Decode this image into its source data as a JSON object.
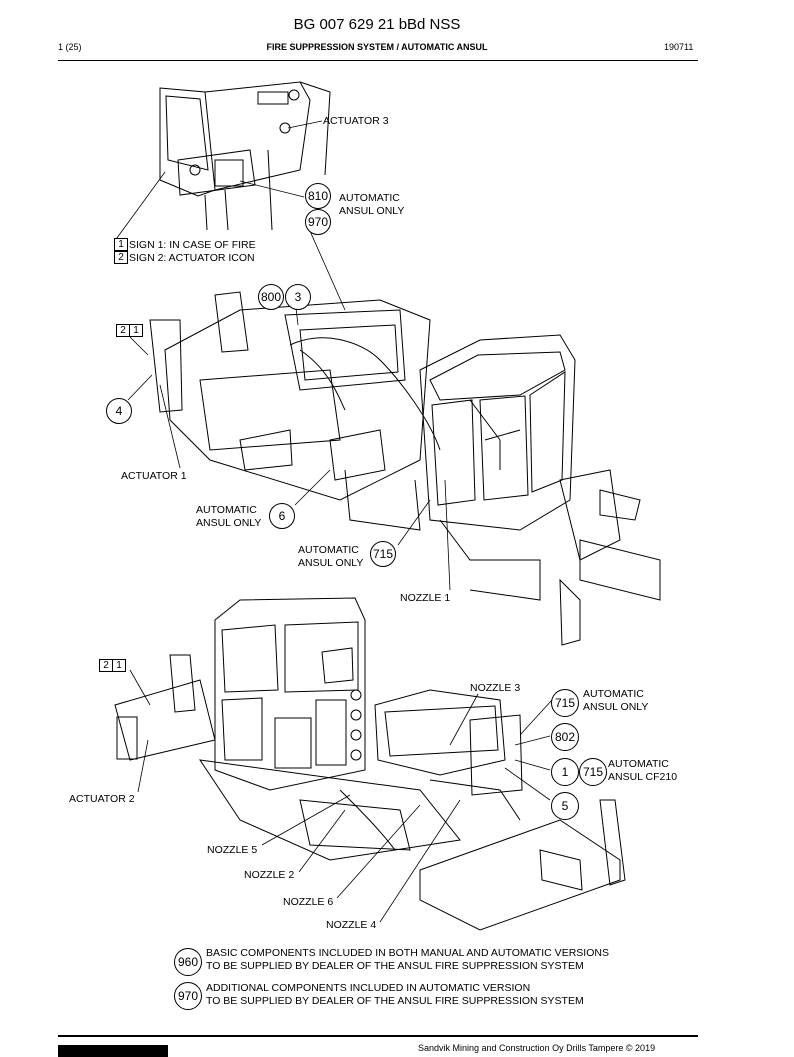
{
  "header": {
    "title": "BG 007 629 21 bBd NSS",
    "page": "1 (25)",
    "section": "FIRE SUPPRESSION SYSTEM / AUTOMATIC ANSUL",
    "date": "190711"
  },
  "callouts": {
    "actuator3": "ACTUATOR 3",
    "automatic_ansul_only_1": "AUTOMATIC\nANSUL ONLY",
    "sign1": "SIGN 1: IN CASE OF FIRE",
    "sign2": "SIGN 2: ACTUATOR ICON",
    "actuator1": "ACTUATOR 1",
    "automatic_ansul_only_2": "AUTOMATIC\nANSUL ONLY",
    "automatic_ansul_only_3": "AUTOMATIC\nANSUL ONLY",
    "nozzle1": "NOZZLE 1",
    "nozzle3": "NOZZLE 3",
    "automatic_ansul_only_4": "AUTOMATIC\nANSUL ONLY",
    "automatic_ansul_cf210": "AUTOMATIC\nANSUL CF210",
    "actuator2": "ACTUATOR 2",
    "nozzle5": "NOZZLE 5",
    "nozzle2": "NOZZLE 2",
    "nozzle6": "NOZZLE 6",
    "nozzle4": "NOZZLE 4"
  },
  "item_numbers": {
    "n810": "810",
    "n970a": "970",
    "n800": "800",
    "n3": "3",
    "n4": "4",
    "n6": "6",
    "n715a": "715",
    "n715b": "715",
    "n802": "802",
    "n1": "1",
    "n715c": "715",
    "n5": "5",
    "box1a": "1",
    "box2a": "2",
    "box2b": "2",
    "box1b": "1",
    "box2c": "2",
    "box1c": "1"
  },
  "legend": [
    {
      "number": "960",
      "text": "BASIC COMPONENTS INCLUDED IN BOTH MANUAL AND AUTOMATIC VERSIONS\nTO BE SUPPLIED BY DEALER OF THE ANSUL FIRE SUPPRESSION SYSTEM"
    },
    {
      "number": "970",
      "text": "ADDITIONAL COMPONENTS INCLUDED IN AUTOMATIC VERSION\nTO BE SUPPLIED BY DEALER OF THE ANSUL FIRE SUPPRESSION SYSTEM"
    }
  ],
  "footer": {
    "copyright": "Sandvik Mining and Construction Oy Drills Tampere © 2019"
  }
}
